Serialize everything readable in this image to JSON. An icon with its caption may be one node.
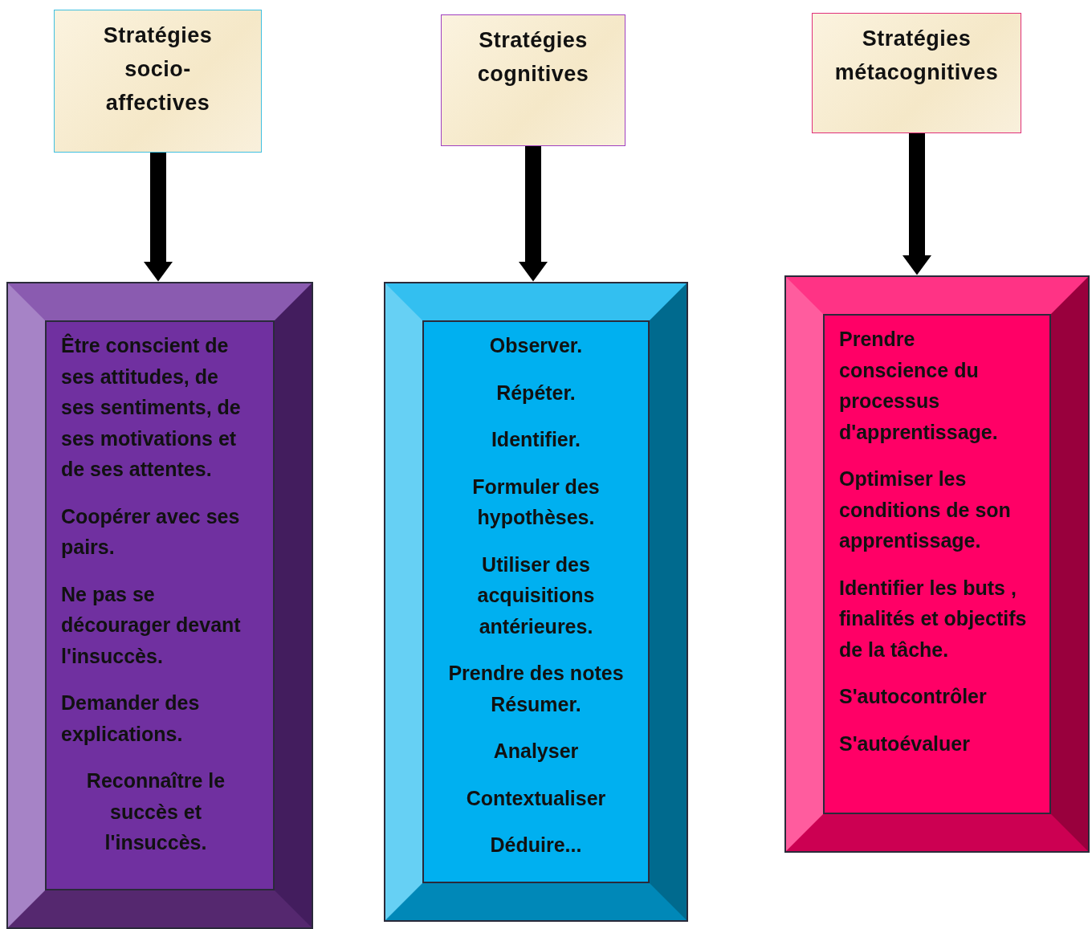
{
  "diagram": {
    "nodes": [
      {
        "text": [
          "Stratégies socio-affectives"
        ]
      },
      {
        "text": [
          "Stratégies cognitives"
        ]
      },
      {
        "text": [
          "Stratégies métacognitives"
        ]
      },
      {
        "text": [
          "Être conscient de ses attitudes, de ses sentiments, de ses motivations et de ses attentes.",
          "Coopérer avec ses pairs.",
          "Ne pas se décourager devant l'insuccès.",
          "Demander des explications.",
          "Reconnaître le succès et l'insuccès."
        ]
      },
      {
        "text": [
          "Observer.",
          "Répéter.",
          "Identifier.",
          "Formuler des hypothèses.",
          "Utiliser des acquisitions antérieures.",
          "Prendre des notes Résumer.",
          "Analyser",
          "Contextualiser",
          "Déduire..."
        ]
      },
      {
        "text": [
          "Prendre conscience du processus d'apprentissage.",
          "Optimiser les conditions de son apprentissage.",
          "Identifier les buts , finalités et objectifs de la tâche.",
          "S'autocontrôler",
          "S'autoévaluer"
        ]
      }
    ],
    "edges": [
      {
        "from": 0,
        "to": 3,
        "arrow": "to"
      },
      {
        "from": 1,
        "to": 4,
        "arrow": "to"
      },
      {
        "from": 2,
        "to": 5,
        "arrow": "to"
      }
    ]
  }
}
